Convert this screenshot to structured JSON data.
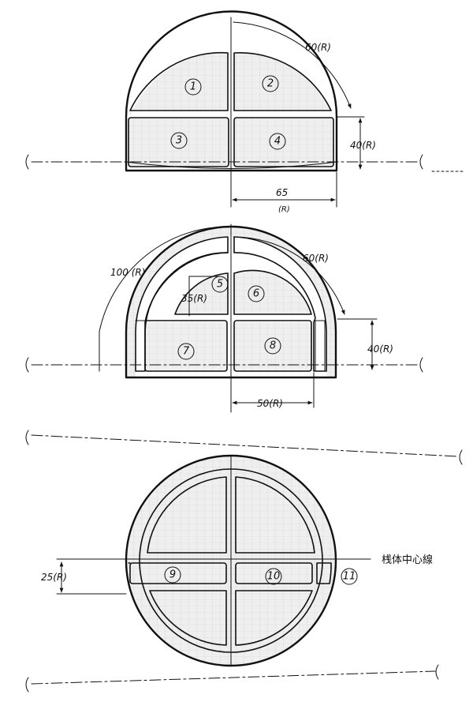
{
  "top_view": {
    "radius_label": "60(R)",
    "height_label": "40(R)",
    "width_label": "65",
    "width_unit": "(R)",
    "block_numbers": [
      "1",
      "2",
      "3",
      "4"
    ]
  },
  "middle_view": {
    "outer_radius_label": "100 (R)",
    "radius_label": "60(R)",
    "inner_radius_label": "35(R)",
    "height_label": "40(R)",
    "width_label": "50(R)",
    "block_numbers": [
      "5",
      "6",
      "7",
      "8"
    ]
  },
  "bottom_view": {
    "height_label": "25(R)",
    "centerline_label": "桟体中心線",
    "block_numbers": [
      "9",
      "10",
      "11"
    ]
  }
}
